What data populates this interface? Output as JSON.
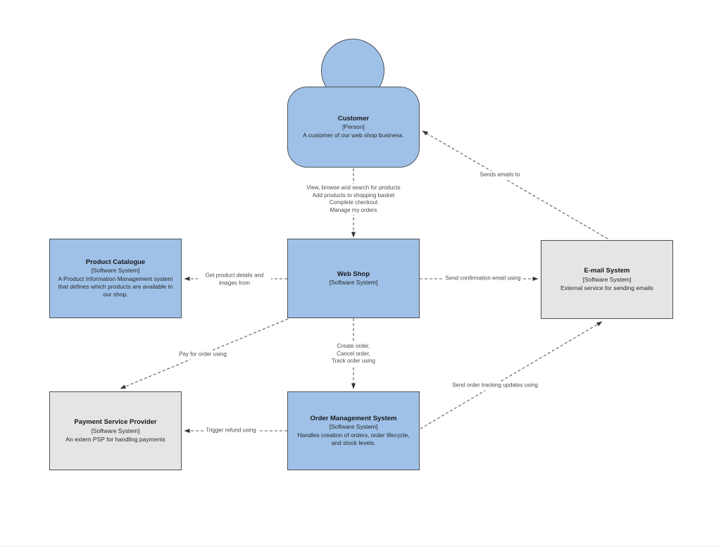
{
  "diagram": {
    "type": "c4-system-context",
    "colors": {
      "node_blue": "#9fc1e7",
      "node_gray": "#e5e5e5",
      "node_border": "#4a5158",
      "edge_line": "#5a5a5a",
      "arrowhead": "#333333",
      "background": "#ffffff"
    },
    "nodes": {
      "customer": {
        "title": "Customer",
        "meta": "[Person]",
        "desc": "A customer of our web shop business."
      },
      "product_catalogue": {
        "title": "Product Catalogue",
        "meta": "[Software System]",
        "desc": "A Product Information Management system that defines which products are available in our shop."
      },
      "web_shop": {
        "title": "Web Shop",
        "meta": "[Software System]"
      },
      "email_system": {
        "title": "E-mail System",
        "meta": "[Software System]",
        "desc": "External service for sending emails"
      },
      "payment_service_provider": {
        "title": "Payment Service Provider",
        "meta": "[Software System]",
        "desc": "An extern PSP for handling payments"
      },
      "order_management_system": {
        "title": "Order Management System",
        "meta": "[Software System]",
        "desc": "Handles creation of orders, order lifecycle, and stock levels."
      }
    },
    "edges": {
      "customer_to_web_shop": {
        "lines": {
          "0": "View, browse and search for products",
          "1": "Add products to shopping basket",
          "2": "Complete checkout",
          "3": "Manage my orders"
        }
      },
      "web_shop_to_product_catalogue": {
        "label": "Get product details and images from"
      },
      "web_shop_to_email_system": {
        "label": "Send confirmation email using"
      },
      "email_system_to_customer": {
        "label": "Sends emails to"
      },
      "web_shop_to_payment_service_provider": {
        "label": "Pay for order using"
      },
      "web_shop_to_order_management_system": {
        "lines": {
          "0": "Create order,",
          "1": "Cancel order,",
          "2": "Track order using"
        }
      },
      "order_management_system_to_payment_service_provider": {
        "label": "Trigger refund using"
      },
      "order_management_system_to_email_system": {
        "label": "Send order tracking updates using"
      }
    }
  }
}
